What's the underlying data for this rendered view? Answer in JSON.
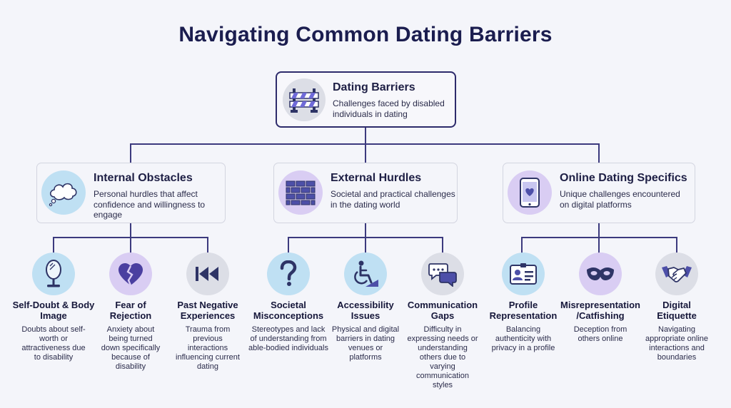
{
  "title": "Navigating Common Dating Barriers",
  "colors": {
    "line": "#3c3a7e",
    "blue_circle": "#bfe0f3",
    "purple_circle": "#d9cdf3",
    "gray_circle": "#dcdee6",
    "icon_dark": "#2e3466"
  },
  "root": {
    "title": "Dating Barriers",
    "desc": "Challenges faced by disabled individuals in dating",
    "icon": "barrier-icon"
  },
  "categories": [
    {
      "title": "Internal Obstacles",
      "desc": "Personal hurdles that affect confidence and willingness to engage",
      "icon": "thought-cloud-icon",
      "children": [
        {
          "title": "Self-Doubt & Body Image",
          "desc": "Doubts about self-worth or attractiveness due to disability",
          "icon": "mirror-icon"
        },
        {
          "title": "Fear of Rejection",
          "desc": "Anxiety about being turned down specifically because of disability",
          "icon": "broken-heart-icon"
        },
        {
          "title": "Past Negative Experiences",
          "desc": "Trauma from previous interactions influencing current dating",
          "icon": "rewind-icon"
        }
      ]
    },
    {
      "title": "External Hurdles",
      "desc": "Societal and practical challenges in the dating world",
      "icon": "brick-wall-icon",
      "children": [
        {
          "title": "Societal Misconceptions",
          "desc": "Stereotypes and lack of understanding from able-bodied individuals",
          "icon": "question-mark-icon"
        },
        {
          "title": "Accessibility Issues",
          "desc": "Physical and digital barriers in dating venues or platforms",
          "icon": "wheelchair-icon"
        },
        {
          "title": "Communication Gaps",
          "desc": "Difficulty in expressing needs or understanding others due to varying communication styles",
          "icon": "chat-bubbles-icon"
        }
      ]
    },
    {
      "title": "Online Dating Specifics",
      "desc": "Unique challenges encountered on digital platforms",
      "icon": "phone-heart-icon",
      "children": [
        {
          "title": "Profile Representation",
          "desc": "Balancing authenticity with privacy in a profile",
          "icon": "id-card-icon"
        },
        {
          "title": "Misrepresentation /Catfishing",
          "desc": "Deception from others online",
          "icon": "mask-icon"
        },
        {
          "title": "Digital Etiquette",
          "desc": "Navigating appropriate online interactions and boundaries",
          "icon": "handshake-icon"
        }
      ]
    }
  ]
}
